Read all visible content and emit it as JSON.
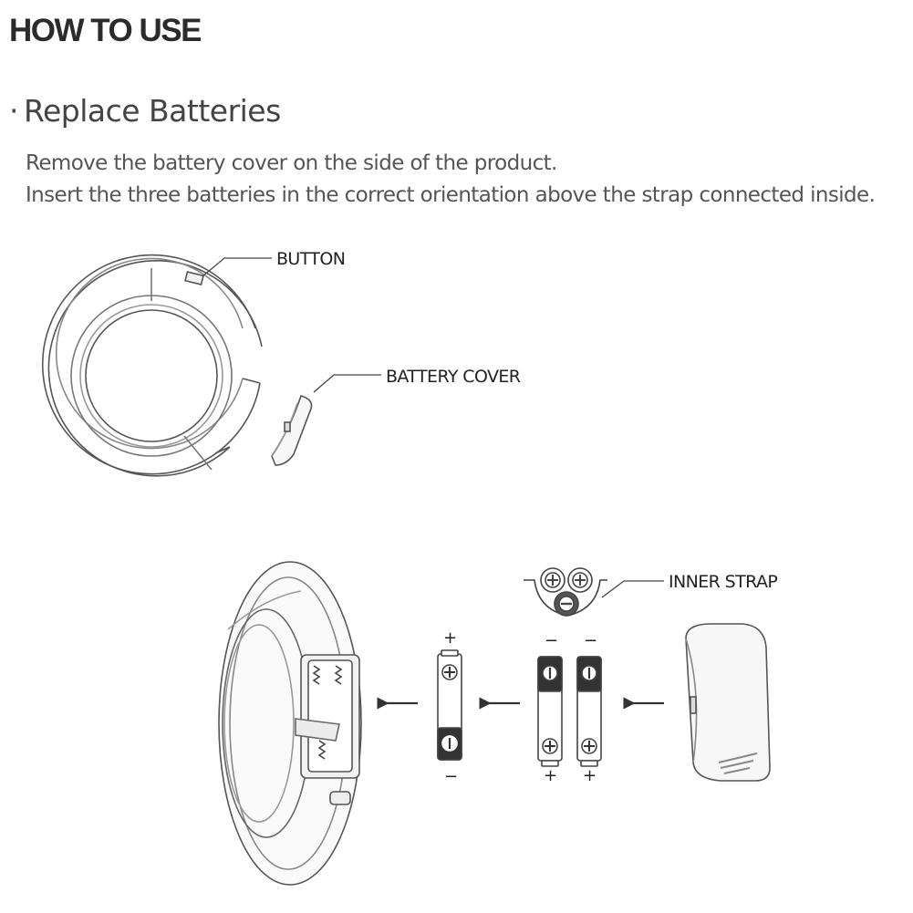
{
  "header": {
    "title": "HOW TO USE"
  },
  "section": {
    "bullet": "·",
    "heading": "Replace Batteries",
    "instructions": [
      "Remove the battery cover on the side of the product.",
      "Insert the three batteries in the correct orientation above the strap connected inside."
    ]
  },
  "diagram_top": {
    "labels": {
      "button": "BUTTON",
      "battery_cover": "BATTERY COVER"
    }
  },
  "diagram_bottom": {
    "labels": {
      "inner_strap": "INNER STRAP"
    },
    "polarity": {
      "plus": "+",
      "minus": "−"
    }
  }
}
